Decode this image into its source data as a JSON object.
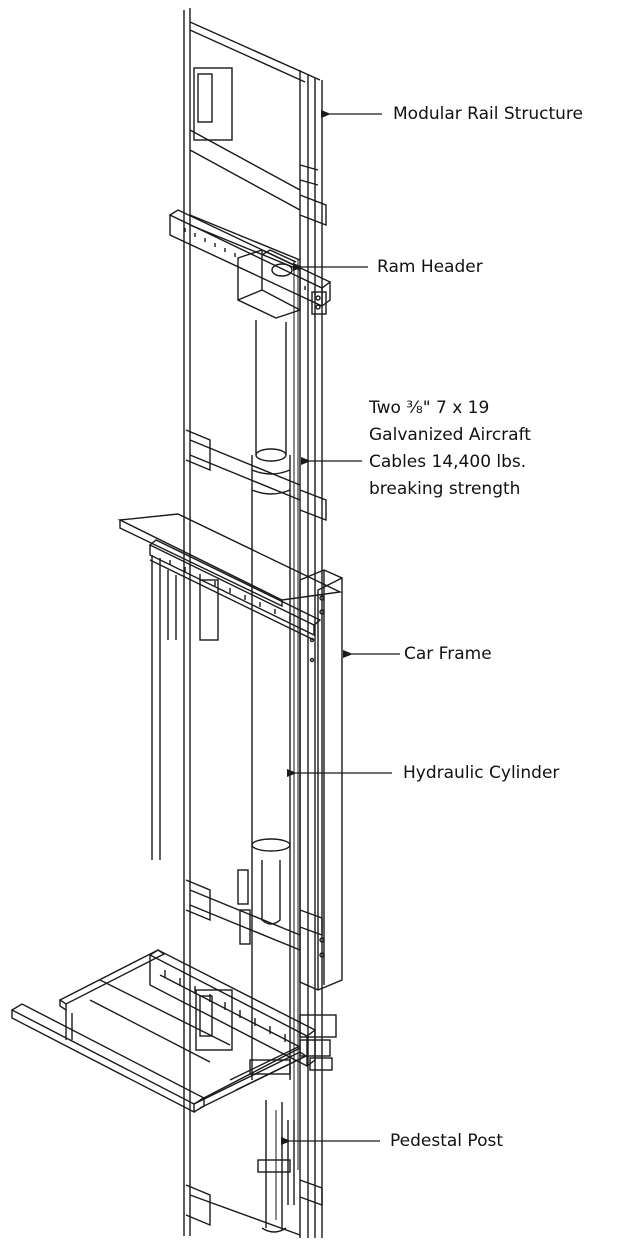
{
  "diagram": {
    "colors": {
      "line": "#1a1a1a",
      "text": "#111111",
      "background": "#ffffff"
    },
    "callouts": {
      "modular_rail": "Modular Rail Structure",
      "ram_header": "Ram Header",
      "cables": {
        "line1": "Two ⅜\" 7 x 19",
        "line2": "Galvanized Aircraft",
        "line3": "Cables 14,400 lbs.",
        "line4": "breaking strength"
      },
      "car_frame": "Car Frame",
      "hydraulic_cylinder": "Hydraulic Cylinder",
      "pedestal_post": "Pedestal Post"
    }
  }
}
